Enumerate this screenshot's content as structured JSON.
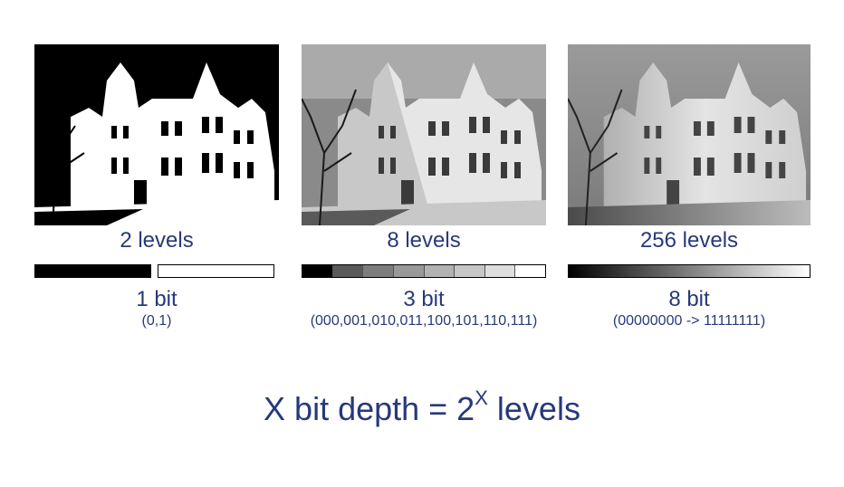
{
  "panels": [
    {
      "levels_label": "2 levels",
      "bit_label": "1 bit",
      "codes_label": "(0,1)",
      "scale": {
        "type": "two-box",
        "colors": [
          "#000000",
          "#ffffff"
        ]
      },
      "photo": {
        "tones": [
          "#000000",
          "#ffffff"
        ]
      }
    },
    {
      "levels_label": "8 levels",
      "bit_label": "3 bit",
      "codes_label": "(000,001,010,011,100,101,110,111)",
      "scale": {
        "type": "segments",
        "colors": [
          "#000000",
          "#5a5a5a",
          "#7d7d7d",
          "#999999",
          "#b2b2b2",
          "#c6c6c6",
          "#dedede",
          "#ffffff"
        ]
      },
      "photo": {
        "tones": [
          "#1a1a1a",
          "#5a5a5a",
          "#8a8a8a",
          "#aaaaaa",
          "#c8c8c8",
          "#e6e6e6"
        ]
      }
    },
    {
      "levels_label": "256 levels",
      "bit_label": "8 bit",
      "codes_label": "(00000000 -> 11111111)",
      "scale": {
        "type": "gradient",
        "colors": [
          "#000000",
          "#ffffff"
        ]
      },
      "photo": {
        "tones": [
          "#222222",
          "#555555",
          "#888888",
          "#aaaaaa",
          "#cccccc",
          "#eeeeee"
        ]
      }
    }
  ],
  "formula": {
    "base": "X bit depth = 2",
    "exponent": "X",
    "tail": " levels"
  }
}
